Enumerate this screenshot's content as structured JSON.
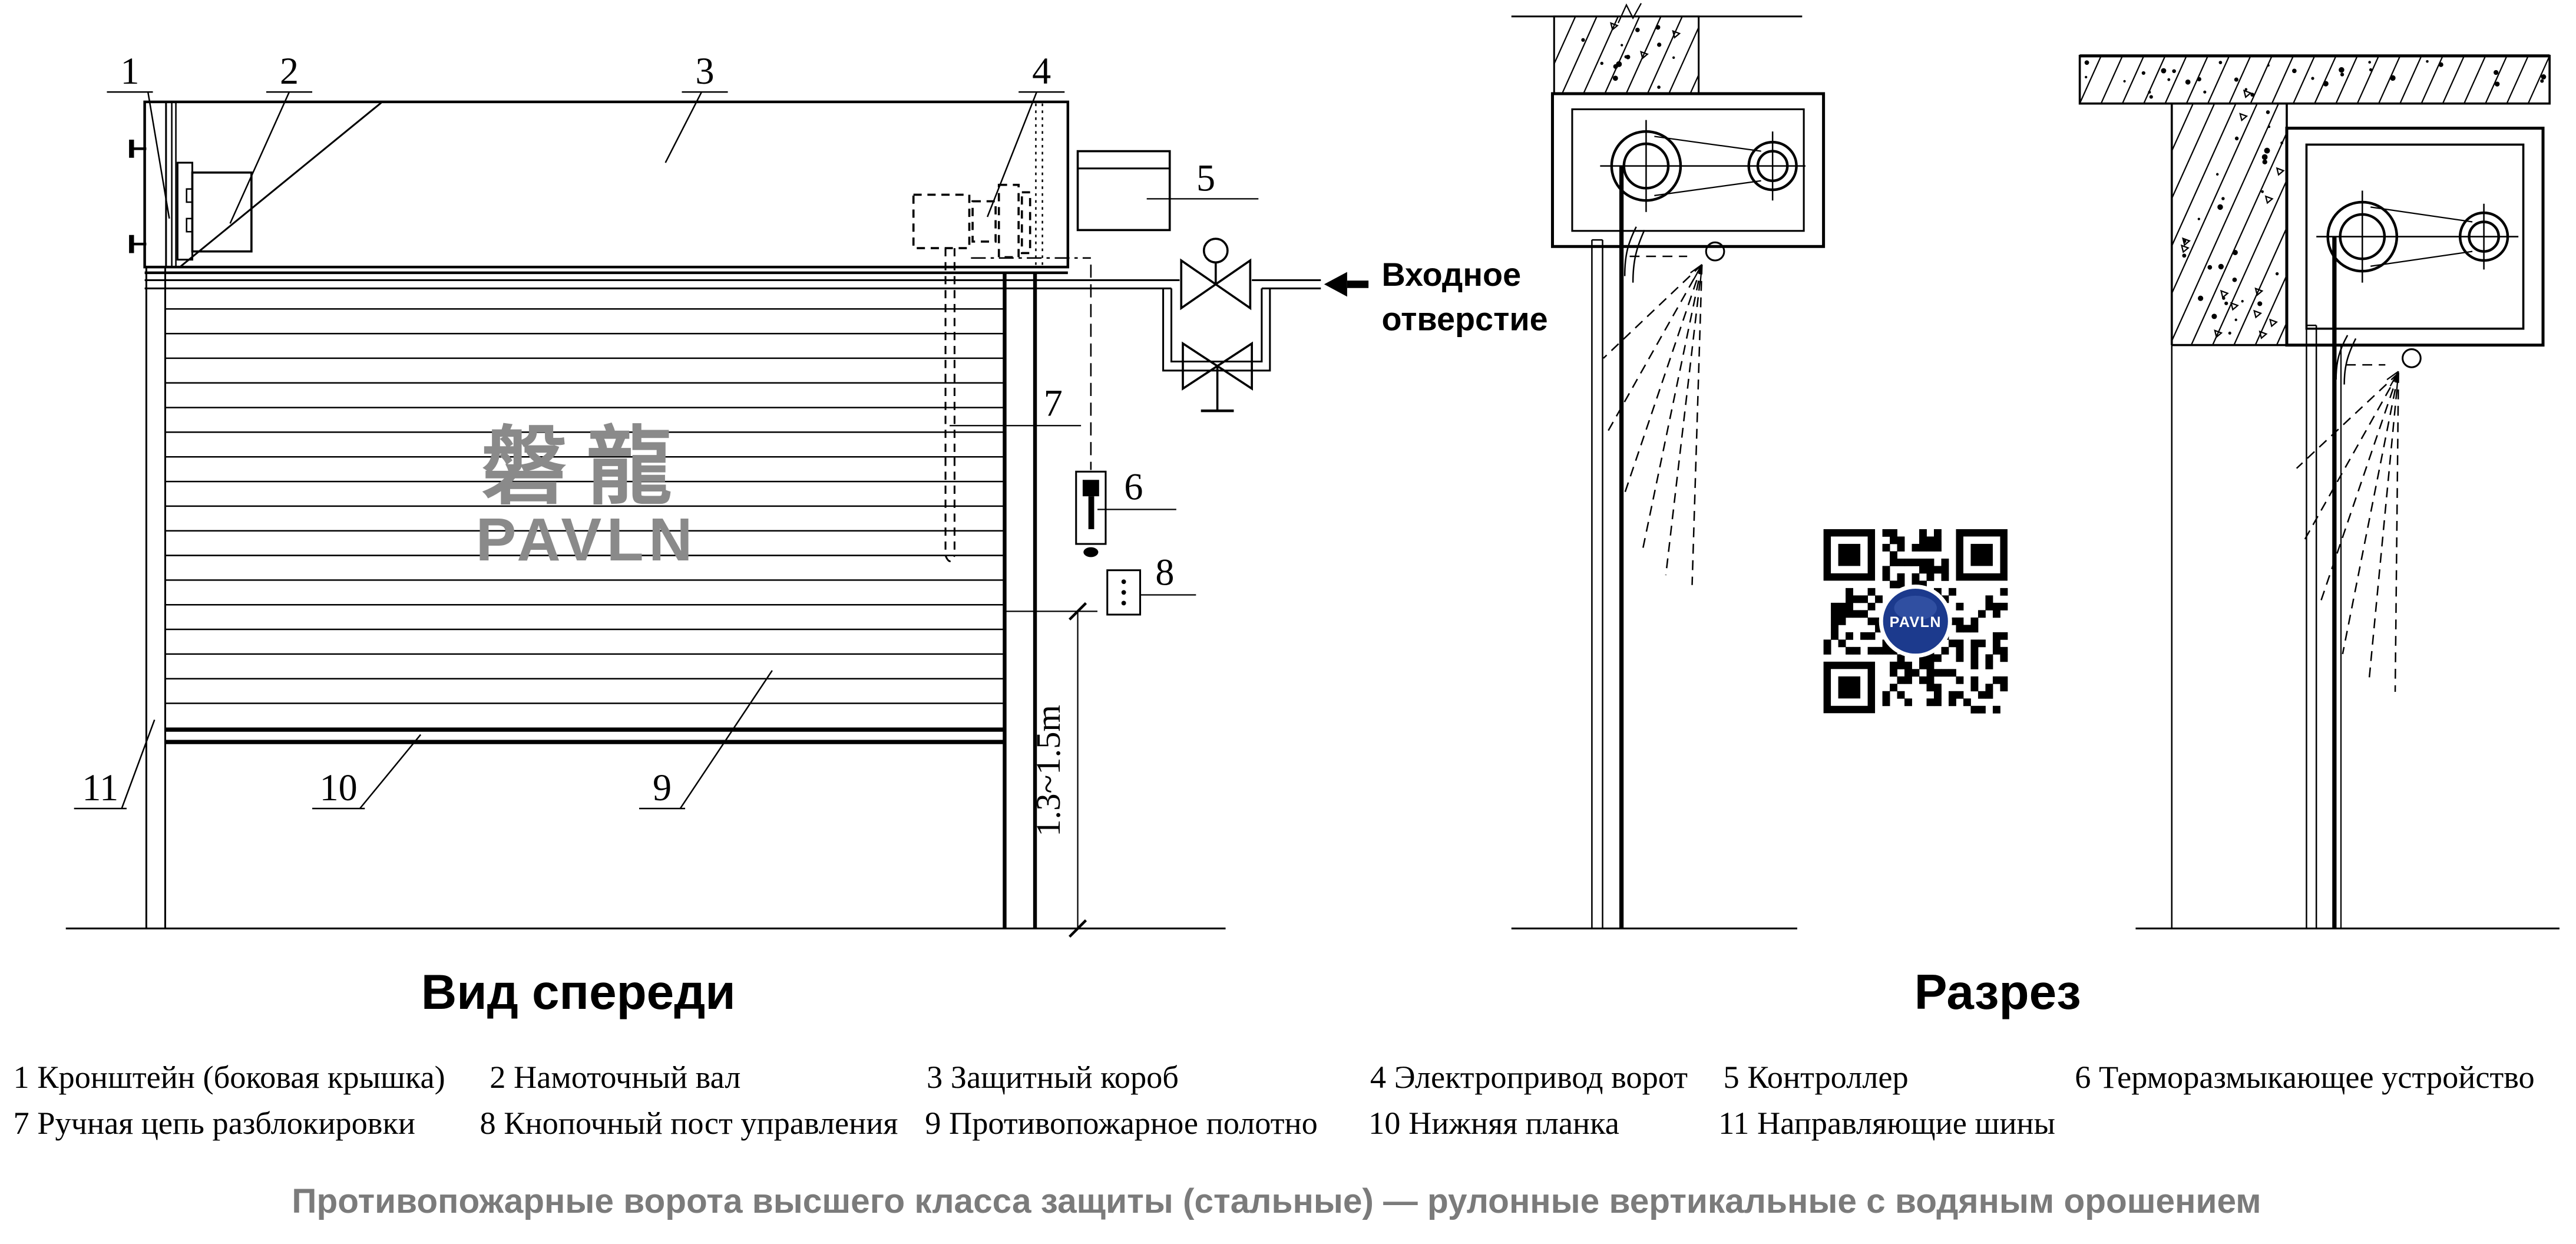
{
  "front_view": {
    "title": "Вид спереди",
    "callouts": [
      "1",
      "2",
      "3",
      "4",
      "5",
      "6",
      "7",
      "8",
      "9",
      "10",
      "11"
    ],
    "dimension": "1.3~1.5m",
    "inlet_line1": "Входное",
    "inlet_line2": "отверстие",
    "logo_cjk": "磐龍",
    "logo_latin": "PAVLN"
  },
  "section_view": {
    "title": "Разрез",
    "qr_label": "PAVLN"
  },
  "legend": {
    "row1": [
      "1 Кронштейн (боковая крышка)",
      "2 Намоточный вал",
      "3 Защитный короб",
      "4 Электропривод ворот",
      "5 Контроллер",
      "6 Терморазмыкающее устройство"
    ],
    "row2": [
      "7 Ручная цепь разблокировки",
      "8 Кнопочный пост управления",
      "9 Противопожарное полотно",
      "10 Нижняя планка",
      "11 Направляющие шины"
    ]
  },
  "footer": {
    "title": "Противопожарные ворота высшего класса защиты (стальные) — рулонные вертикальные с водяным орошением"
  },
  "colors": {
    "line_black": "#000000",
    "logo_gray": "#8a8a8a",
    "footer_gray": "#7b7b7b",
    "qr_blue": "#1c3a8d"
  }
}
